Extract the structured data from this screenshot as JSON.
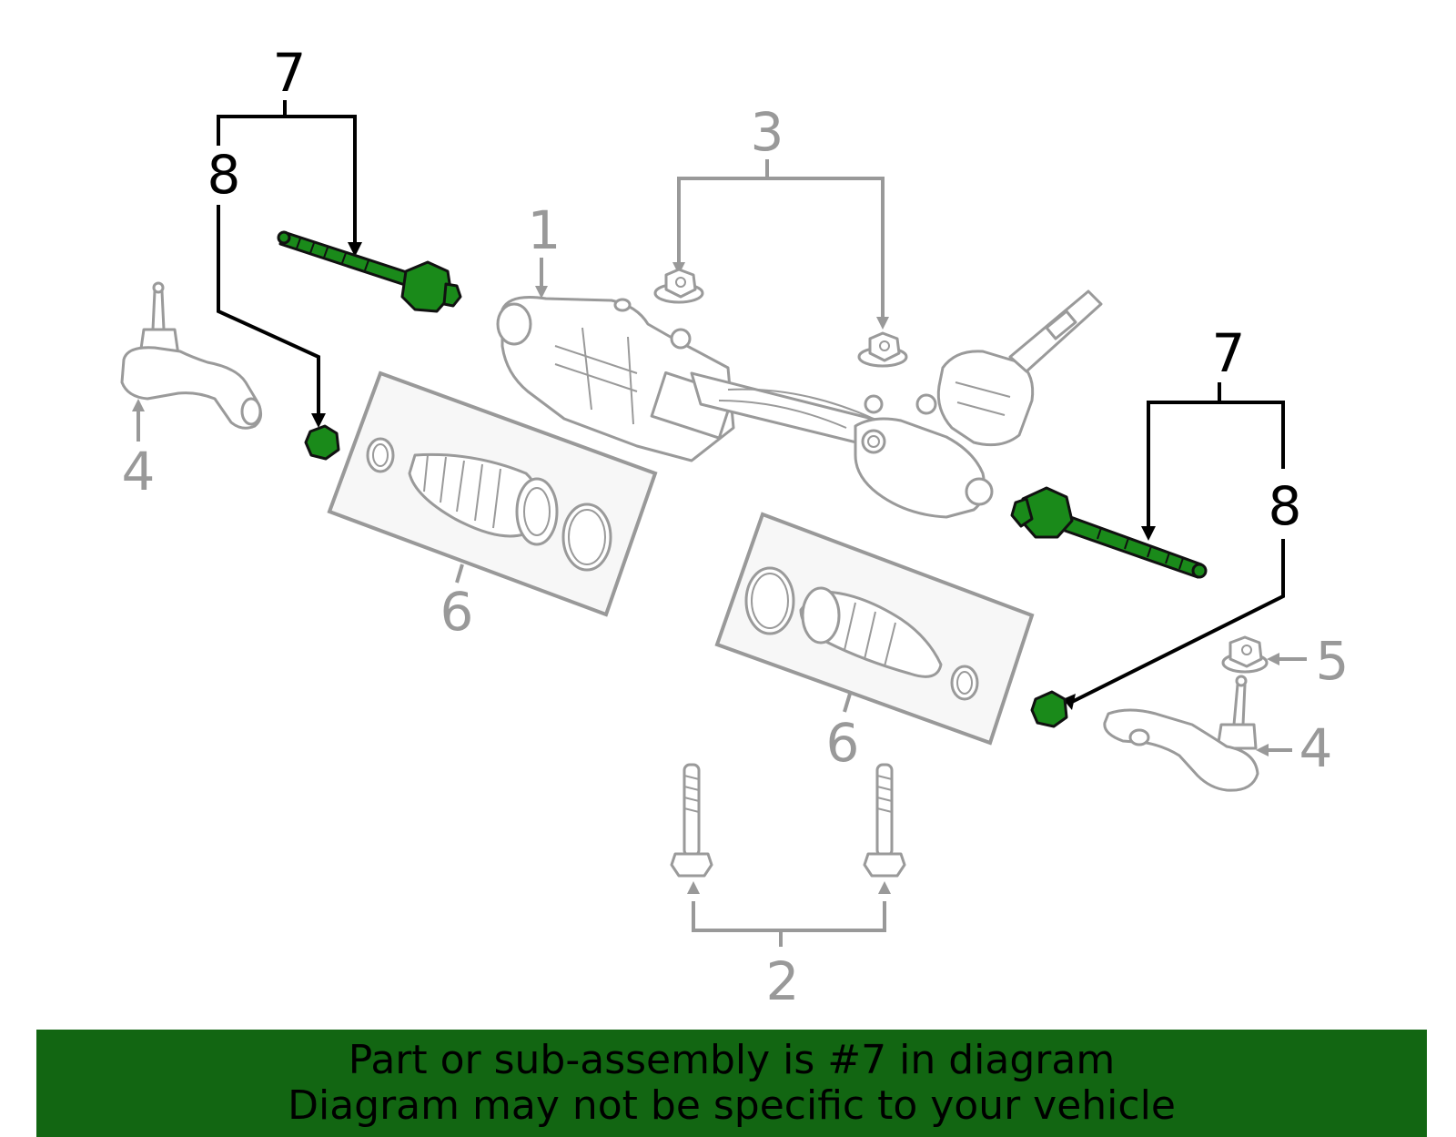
{
  "callouts": {
    "c1": "1",
    "c2": "2",
    "c3": "3",
    "c4_left": "4",
    "c4_right": "4",
    "c5": "5",
    "c6_left": "6",
    "c6_right": "6",
    "c7_left": "7",
    "c7_right": "7",
    "c8_left": "8",
    "c8_right": "8"
  },
  "banner": {
    "line1": "Part or sub-assembly is #7 in diagram",
    "line2": "Diagram may not be specific to your vehicle"
  },
  "colors": {
    "highlight": "#1a8a1a",
    "banner": "#126612",
    "callout_active": "#000000",
    "callout_inactive": "#999999"
  }
}
